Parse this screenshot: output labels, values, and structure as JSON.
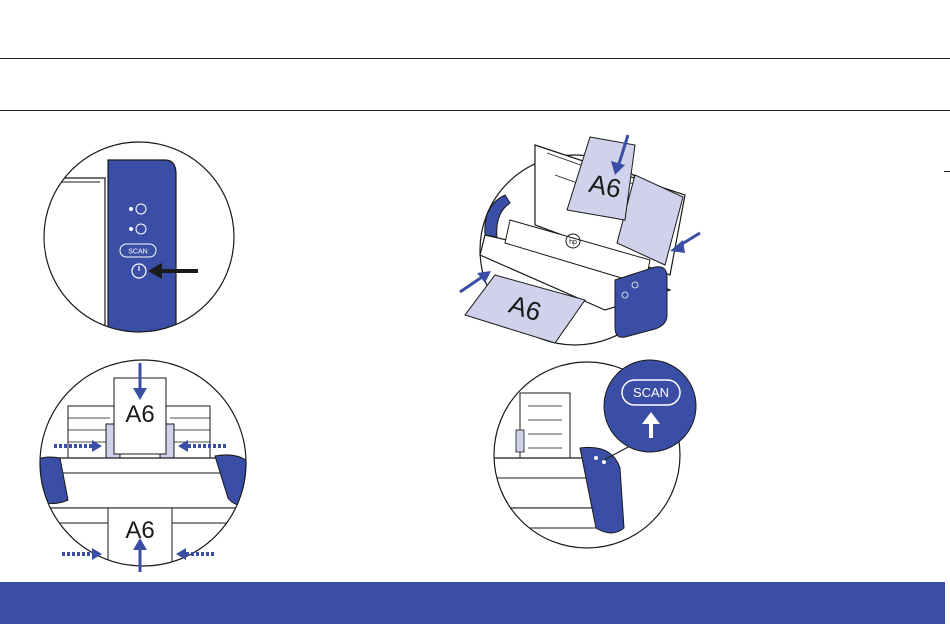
{
  "colors": {
    "brand_blue": "#3a4ea6",
    "paper": "#cfd2ea",
    "line": "#1a1a1a",
    "white": "#ffffff"
  },
  "panels": {
    "power": {
      "scan_label": "SCAN",
      "icons": [
        "simplex-icon",
        "duplex-icon",
        "power-icon"
      ]
    },
    "load_paper": {
      "paper_top_label": "A6",
      "paper_bottom_label": "A6",
      "logo": "hp-logo"
    },
    "adjust_guides": {
      "paper_top_label": "A6",
      "paper_bottom_label": "A6"
    },
    "press_scan": {
      "scan_label": "SCAN"
    }
  }
}
